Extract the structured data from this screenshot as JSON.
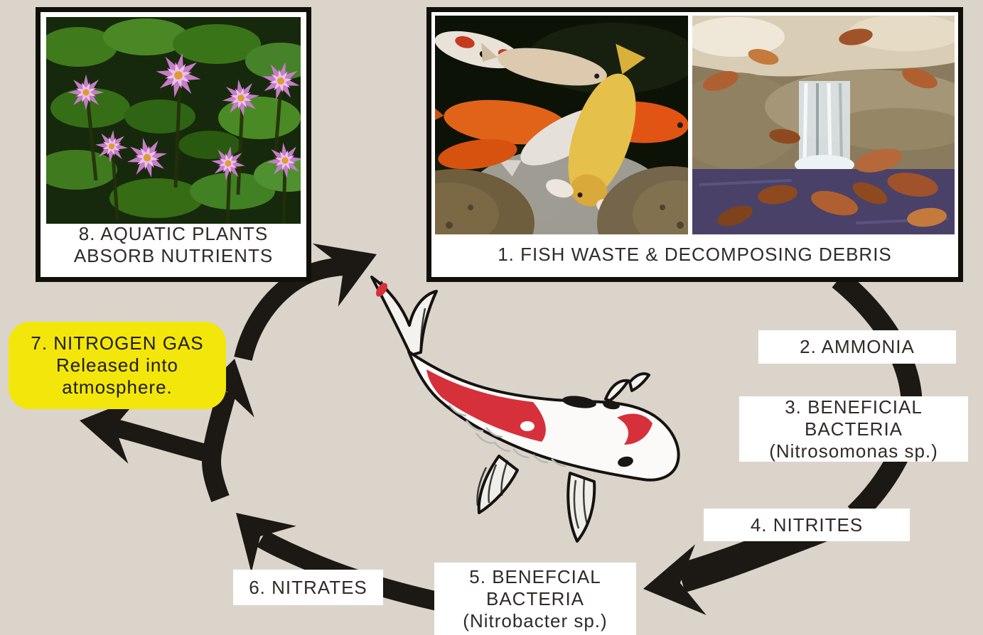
{
  "diagram": {
    "subject": "pond-nitrogen-cycle",
    "colors": {
      "background": "#DBD4CB",
      "arrow": "#1C1814",
      "highlight_yellow": "#F3E60A",
      "label_background": "#FFFFFF",
      "text": "#2F2B27",
      "koi_red": "#D6303B",
      "frame_black": "#111008"
    },
    "steps": {
      "step1": {
        "label": "1. FISH WASTE & DECOMPOSING DEBRIS"
      },
      "step2": {
        "label": "2. AMMONIA"
      },
      "step3": {
        "line1": "3. BENEFICIAL BACTERIA",
        "line2": "(Nitrosomonas sp.)"
      },
      "step4": {
        "label": "4. NITRITES"
      },
      "step5": {
        "line1": "5. BENEFCIAL",
        "line2": "BACTERIA",
        "line3": "(Nitrobacter sp.)"
      },
      "step6": {
        "label": "6. NITRATES"
      },
      "step7": {
        "line1": "7. NITROGEN GAS",
        "line2": "Released into",
        "line3": "atmosphere."
      },
      "step8": {
        "line1": "8. AQUATIC PLANTS",
        "line2": "ABSORB NUTRIENTS"
      }
    },
    "images": {
      "water_lilies": "water-lilies-photo",
      "koi_pond": "koi-pond-photo",
      "waterfall": "waterfall-photo",
      "koi_illustration": "koi-fish-illustration"
    }
  }
}
